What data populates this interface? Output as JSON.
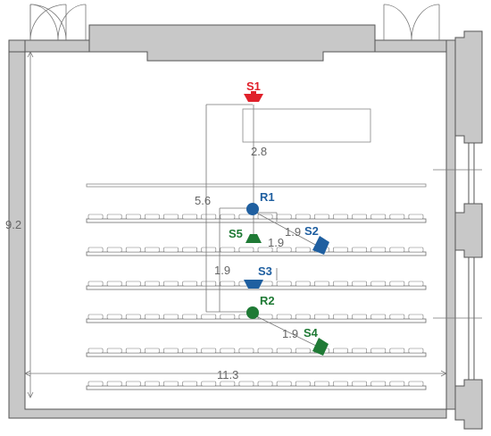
{
  "colors": {
    "source_red": "#e0202a",
    "source_blue": "#1f5fa0",
    "source_green": "#1f7a35",
    "receiver_blue": "#1f5fa0",
    "receiver_green": "#1f7a35",
    "wall_fill": "#c8c8c8",
    "dimension_text": "#666666"
  },
  "sources": [
    {
      "label": "S1",
      "color": "red"
    },
    {
      "label": "S2",
      "color": "blue"
    },
    {
      "label": "S3",
      "color": "blue"
    },
    {
      "label": "S4",
      "color": "green"
    },
    {
      "label": "S5",
      "color": "green"
    }
  ],
  "receivers": [
    {
      "label": "R1",
      "color": "blue"
    },
    {
      "label": "R2",
      "color": "green"
    }
  ],
  "dimensions": {
    "room_depth": "9.2",
    "room_width": "11.3",
    "s1_to_r1": "2.8",
    "s1_to_r2": "5.6",
    "r1_to_s2": "1.9",
    "r1_to_s5": "1.9",
    "r1_to_r2": "1.9",
    "r2_to_s4": "1.9"
  }
}
